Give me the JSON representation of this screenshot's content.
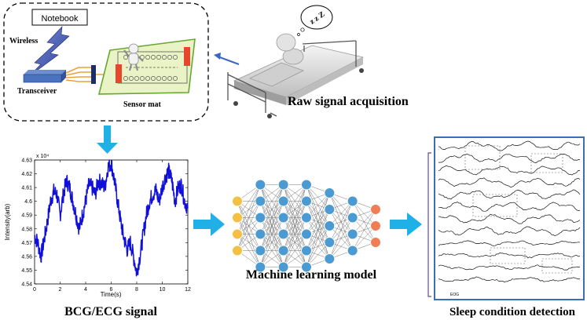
{
  "acquisition": {
    "notebook_label": "Notebook",
    "wireless_label": "Wireless",
    "transceiver_label": "Transceiver",
    "sensor_mat_label": "Sensor mat",
    "sleep_label": "z z Z",
    "caption": "Raw signal acquisition"
  },
  "signal": {
    "caption": "BCG/ECG signal"
  },
  "model": {
    "caption": "Machine learning model",
    "layers": [
      4,
      6,
      6,
      6,
      5,
      4,
      3
    ]
  },
  "detection": {
    "caption": "Sleep condition detection",
    "trace_labels": [
      "EOG"
    ]
  },
  "chart_data": {
    "type": "line",
    "xlabel": "Time(s)",
    "ylabel": "Intensity(arb)",
    "y_exponent_label": "x 10⁴",
    "xlim": [
      0,
      12
    ],
    "ylim": [
      4.54,
      4.63
    ],
    "xticks": [
      "0",
      "2",
      "4",
      "6",
      "8",
      "10",
      "12"
    ],
    "yticks": [
      "4.54",
      "4.55",
      "4.56",
      "4.57",
      "4.58",
      "4.59",
      "4.6",
      "4.61",
      "4.62",
      "4.63"
    ],
    "x": [
      0,
      0.25,
      0.5,
      0.75,
      1,
      1.25,
      1.5,
      1.75,
      2,
      2.25,
      2.5,
      2.75,
      3,
      3.25,
      3.5,
      3.75,
      4,
      4.25,
      4.5,
      4.75,
      5,
      5.25,
      5.5,
      5.75,
      6,
      6.25,
      6.5,
      6.75,
      7,
      7.25,
      7.5,
      7.75,
      8,
      8.25,
      8.5,
      8.75,
      9,
      9.25,
      9.5,
      9.75,
      10,
      10.25,
      10.5,
      10.75,
      11,
      11.25,
      11.5,
      11.75,
      12
    ],
    "y": [
      4.575,
      4.57,
      4.56,
      4.572,
      4.585,
      4.6,
      4.607,
      4.605,
      4.59,
      4.605,
      4.615,
      4.61,
      4.6,
      4.59,
      4.58,
      4.59,
      4.6,
      4.612,
      4.61,
      4.605,
      4.615,
      4.613,
      4.61,
      4.625,
      4.628,
      4.615,
      4.6,
      4.585,
      4.573,
      4.565,
      4.57,
      4.56,
      4.548,
      4.56,
      4.575,
      4.59,
      4.6,
      4.605,
      4.608,
      4.6,
      4.61,
      4.618,
      4.622,
      4.615,
      4.6,
      4.61,
      4.612,
      4.6,
      4.595
    ]
  }
}
